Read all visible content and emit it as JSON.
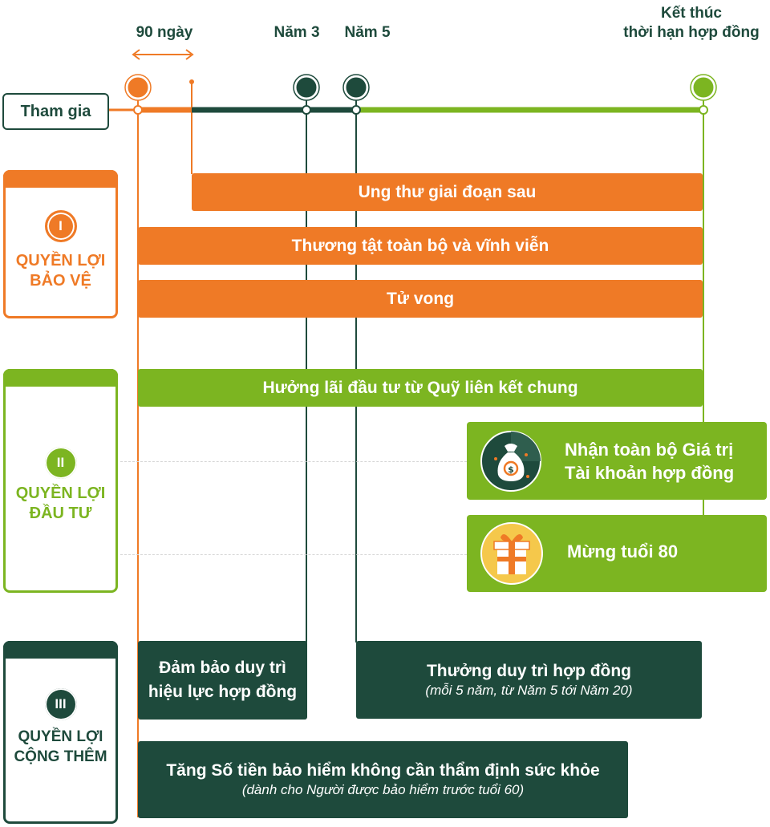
{
  "timeline": {
    "label_90": "90 ngày",
    "label_year3": "Năm 3",
    "label_year5": "Năm 5",
    "label_end_line1": "Kết thúc",
    "label_end_line2": "thời hạn hợp đồng",
    "start_label": "Tham gia"
  },
  "sections": {
    "protection": {
      "numeral": "I",
      "title_line1": "QUYỀN LỢI",
      "title_line2": "BẢO VỆ",
      "color": "#ef7a26"
    },
    "investment": {
      "numeral": "II",
      "title_line1": "QUYỀN LỢI",
      "title_line2": "ĐẦU TƯ",
      "color": "#7cb521"
    },
    "extra": {
      "numeral": "III",
      "title_line1": "QUYỀN LỢI",
      "title_line2": "CỘNG THÊM",
      "color": "#1e4a3c"
    }
  },
  "bars": {
    "cancer": "Ung thư giai đoạn sau",
    "disability": "Thương tật toàn bộ và vĩnh viễn",
    "death": "Tử vong",
    "interest": "Hưởng lãi đầu tư từ Quỹ liên kết chung",
    "account_value_line1": "Nhận toàn bộ Giá trị",
    "account_value_line2": "Tài khoản hợp đồng",
    "age80": "Mừng tuổi 80",
    "maintain_line1": "Đảm bảo duy trì",
    "maintain_line2": "hiệu lực hợp đồng",
    "loyalty": "Thưởng duy trì hợp đồng",
    "loyalty_note": "(mỗi 5 năm, từ Năm 5 tới Năm 20)",
    "increase": "Tăng Số tiền bảo hiểm không cần thẩm định sức khỏe",
    "increase_note": "(dành cho Người được bảo hiểm trước tuổi 60)"
  },
  "icons": {
    "money_bag": "money-bag-icon",
    "gift": "gift-icon"
  },
  "colors": {
    "orange": "#ef7a26",
    "green": "#7cb521",
    "dark_green": "#1e4a3c"
  }
}
